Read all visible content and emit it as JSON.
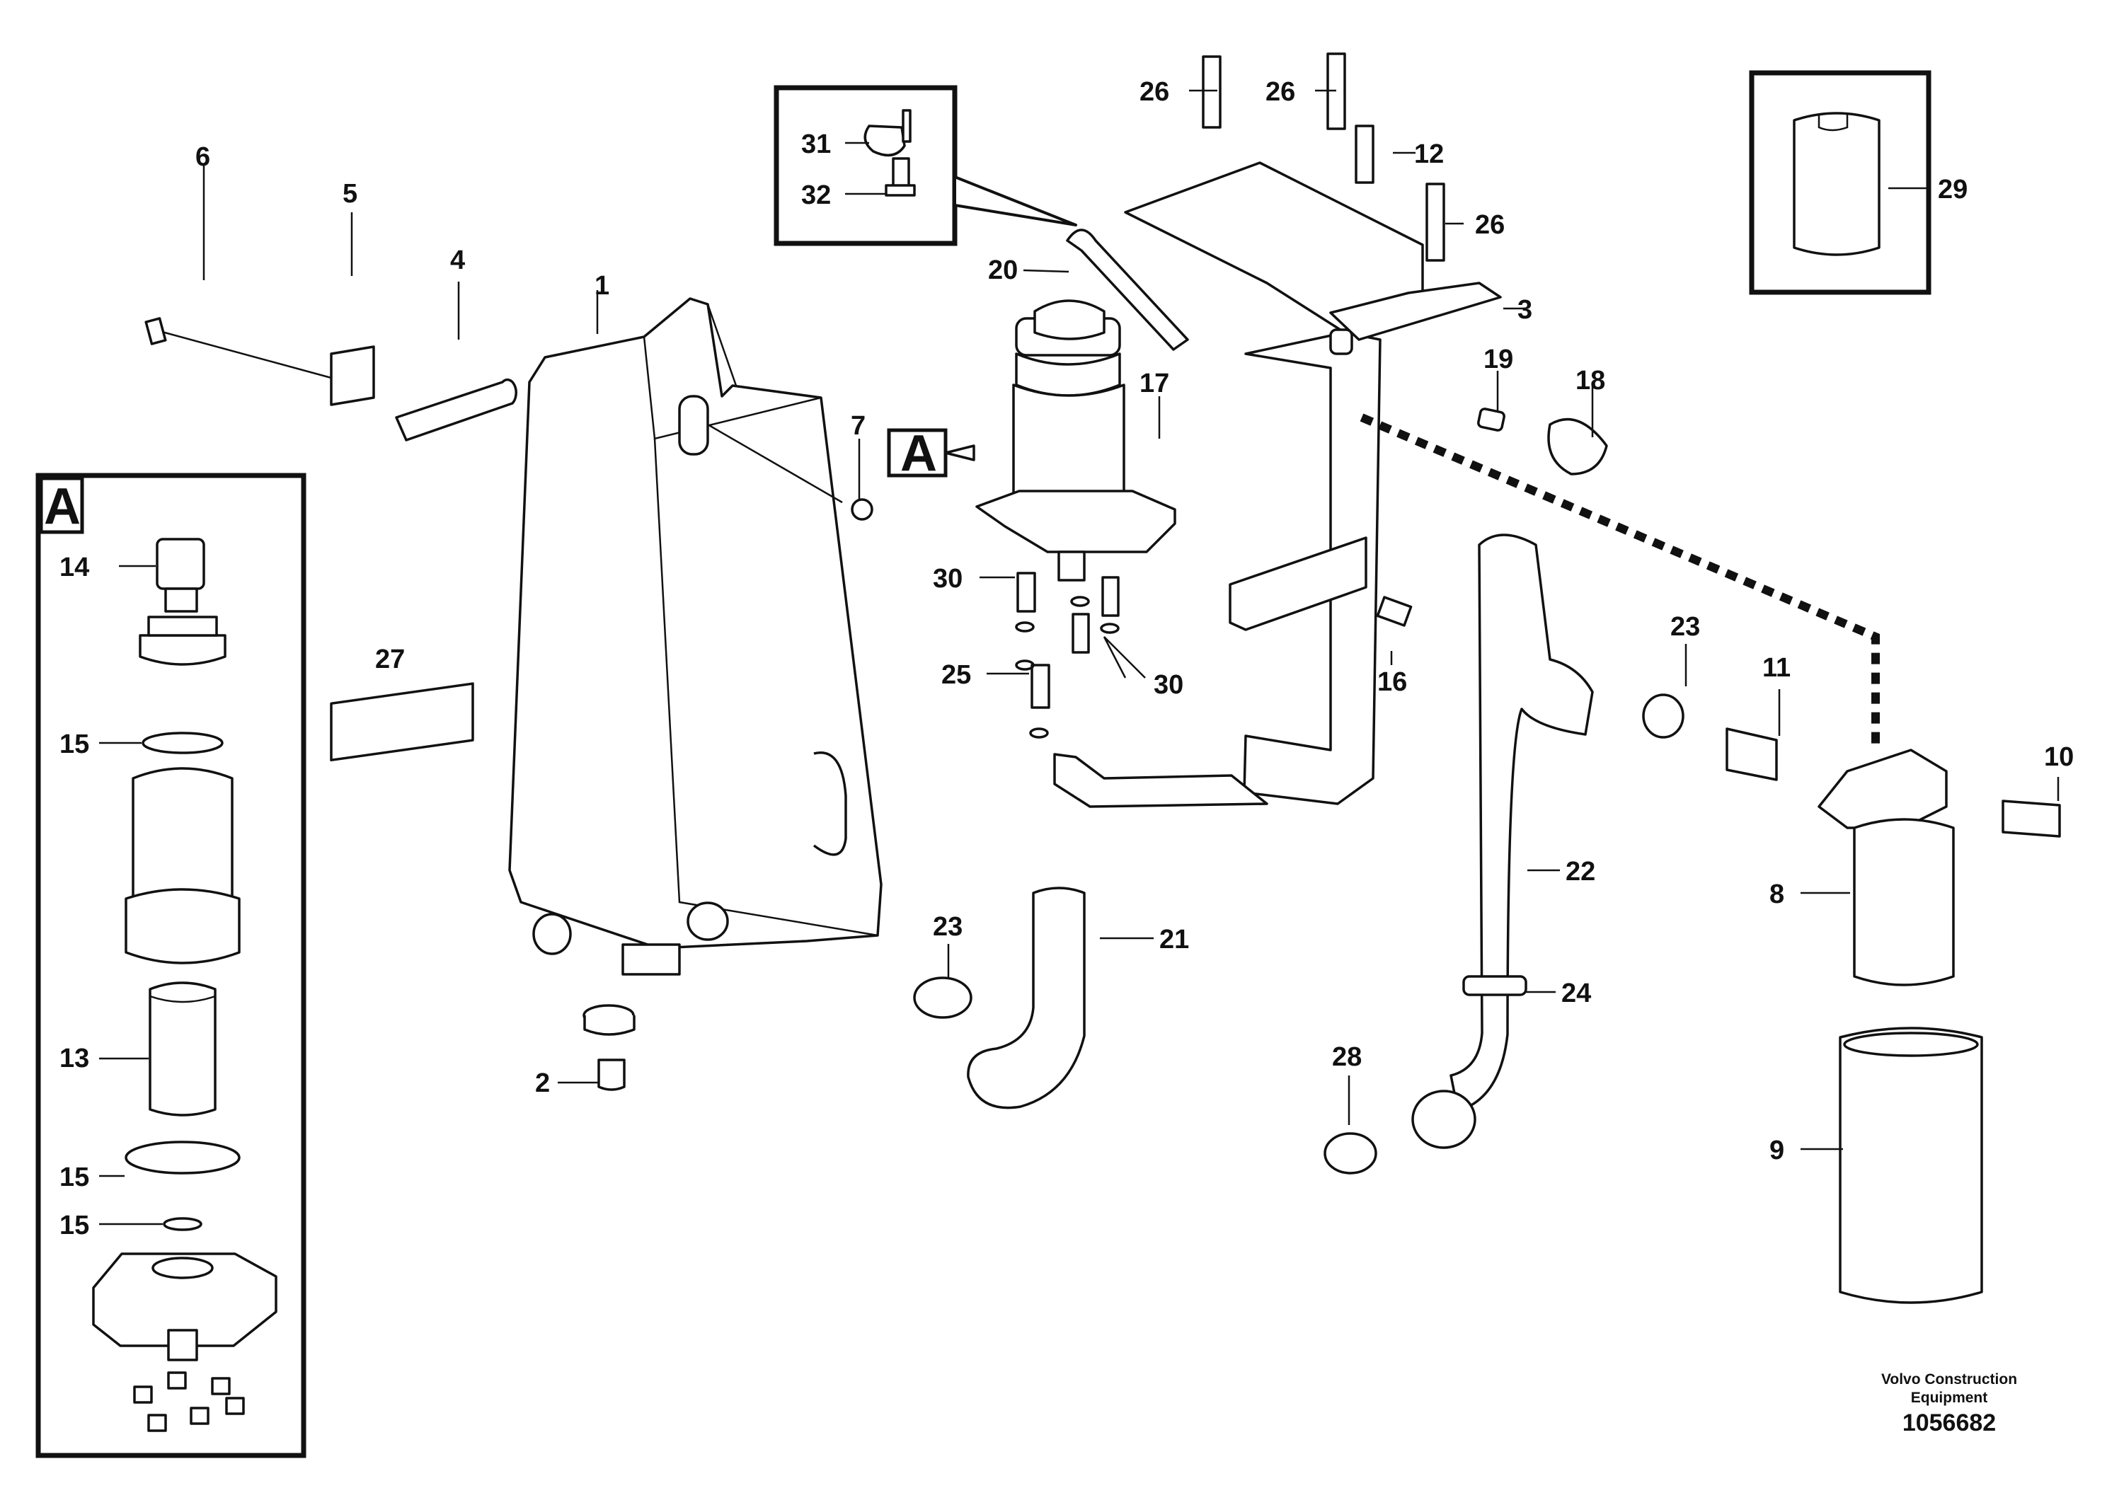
{
  "diagram": {
    "callouts": {
      "c1": "1",
      "c2": "2",
      "c3": "3",
      "c4": "4",
      "c5": "5",
      "c6": "6",
      "c7": "7",
      "c8": "8",
      "c9": "9",
      "c10": "10",
      "c11": "11",
      "c12": "12",
      "c13": "13",
      "c14": "14",
      "c15a": "15",
      "c15b": "15",
      "c15c": "15",
      "c16": "16",
      "c17": "17",
      "c18": "18",
      "c19": "19",
      "c20": "20",
      "c21": "21",
      "c22": "22",
      "c23a": "23",
      "c23b": "23",
      "c24": "24",
      "c25": "25",
      "c26a": "26",
      "c26b": "26",
      "c26c": "26",
      "c27": "27",
      "c28": "28",
      "c29": "29",
      "c30a": "30",
      "c30b": "30",
      "c31": "31",
      "c32": "32"
    },
    "detail_marker": "A",
    "inset_label": "A",
    "credit_line1": "Volvo Construction",
    "credit_line2": "Equipment",
    "doc_number": "1056682"
  },
  "icons": {
    "clamp_inset": "hose-clamp-sleeve-icon",
    "clip_inset": "cable-clip-icon"
  }
}
